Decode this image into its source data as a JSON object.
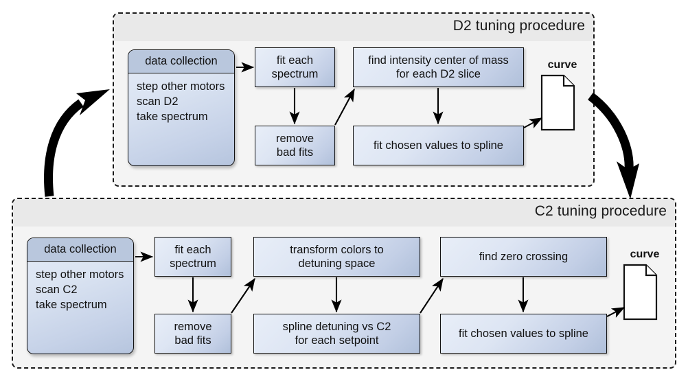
{
  "diagram": {
    "title": "D2 and C2 tuning procedures flowchart",
    "colors": {
      "box_fill_light": "#e8eef8",
      "box_fill_dark": "#b0c0da",
      "header_fill": "#b9c7dd",
      "group_fill": "#f4f4f4",
      "group_title_band": "#e9e9e9",
      "stroke": "#121212",
      "arrow": "#000000"
    },
    "groups": [
      {
        "id": "d2",
        "title": "D2 tuning procedure",
        "data_collection": {
          "header": "data collection",
          "steps": [
            "step other motors",
            "scan D2",
            "take spectrum"
          ]
        },
        "boxes": [
          {
            "id": "d2-fit-each-spectrum",
            "lines": [
              "fit each",
              "spectrum"
            ]
          },
          {
            "id": "d2-remove-bad-fits",
            "lines": [
              "remove",
              "bad fits"
            ]
          },
          {
            "id": "d2-find-com",
            "lines": [
              "find intensity center of mass",
              "for each D2 slice"
            ]
          },
          {
            "id": "d2-fit-spline",
            "lines": [
              "fit chosen values to spline"
            ]
          }
        ],
        "output": {
          "id": "d2-curve",
          "label": "curve",
          "icon": "document-icon"
        }
      },
      {
        "id": "c2",
        "title": "C2 tuning procedure",
        "data_collection": {
          "header": "data collection",
          "steps": [
            "step other motors",
            "scan C2",
            "take spectrum"
          ]
        },
        "boxes": [
          {
            "id": "c2-fit-each-spectrum",
            "lines": [
              "fit each",
              "spectrum"
            ]
          },
          {
            "id": "c2-remove-bad-fits",
            "lines": [
              "remove",
              "bad fits"
            ]
          },
          {
            "id": "c2-transform-colors",
            "lines": [
              "transform colors to",
              "detuning space"
            ]
          },
          {
            "id": "c2-spline-detuning",
            "lines": [
              "spline detuning vs C2",
              "for each setpoint"
            ]
          },
          {
            "id": "c2-find-zero-crossing",
            "lines": [
              "find zero crossing"
            ]
          },
          {
            "id": "c2-fit-spline",
            "lines": [
              "fit chosen values to spline"
            ]
          }
        ],
        "output": {
          "id": "c2-curve",
          "label": "curve",
          "icon": "document-icon"
        }
      }
    ],
    "loop_arrows": [
      {
        "id": "arrow-c2-to-d2",
        "from": "c2-group",
        "to": "d2-group",
        "style": "thick-curved"
      },
      {
        "id": "arrow-d2-to-c2",
        "from": "d2-group",
        "to": "c2-group",
        "style": "thick-curved"
      }
    ]
  }
}
